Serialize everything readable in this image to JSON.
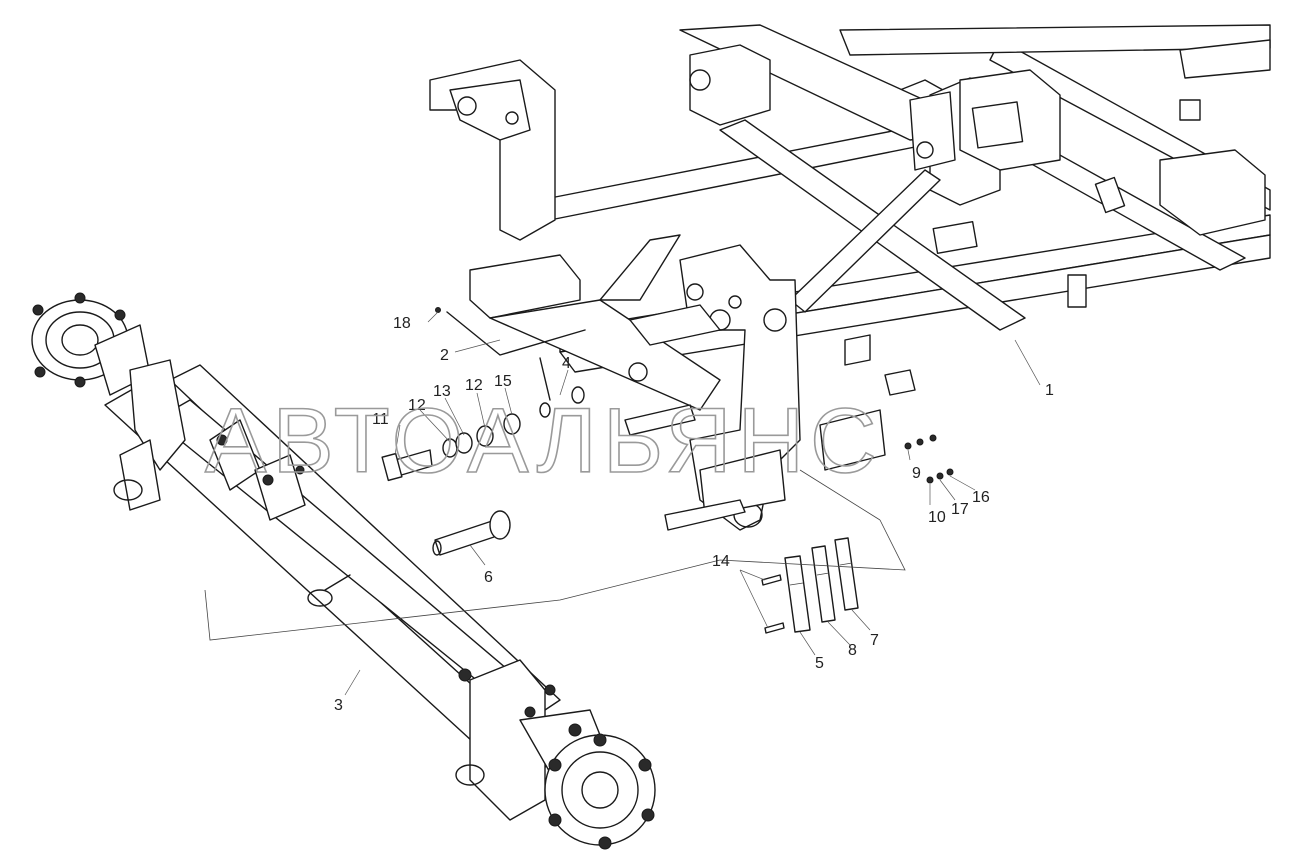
{
  "diagram": {
    "callouts": {
      "c1": "1",
      "c2": "2",
      "c3": "3",
      "c4": "4",
      "c5": "5",
      "c6": "6",
      "c7": "7",
      "c8": "8",
      "c9": "9",
      "c10": "10",
      "c11": "11",
      "c12a": "12",
      "c12b": "12",
      "c13": "13",
      "c14": "14",
      "c15": "15",
      "c16": "16",
      "c17": "17",
      "c18": "18"
    },
    "watermark": "АВТОАЛЬЯНС"
  }
}
